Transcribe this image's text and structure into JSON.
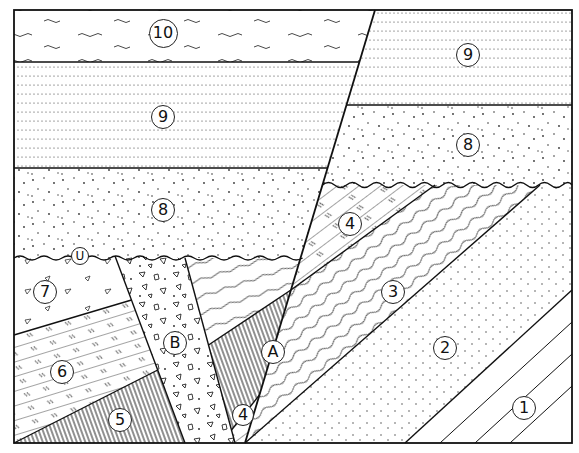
{
  "diagram": {
    "labels": [
      "10",
      "9",
      "9",
      "8",
      "8",
      "4",
      "U",
      "7",
      "3",
      "B",
      "6",
      "A",
      "2",
      "5",
      "4",
      "1"
    ]
  }
}
